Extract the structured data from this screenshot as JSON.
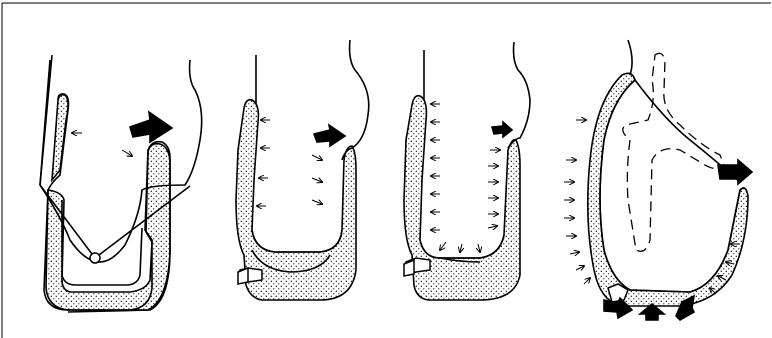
{
  "figure": {
    "panels": [
      {
        "id": "panel-1",
        "has_joint": true,
        "hinge": false
      },
      {
        "id": "panel-2",
        "has_joint": false,
        "hinge": true
      },
      {
        "id": "panel-3",
        "has_joint": false,
        "hinge": true
      },
      {
        "id": "panel-4",
        "has_joint": false,
        "hinge": true
      }
    ],
    "colors": {
      "ink": "#000000",
      "paper": "#ffffff"
    },
    "icons": [
      "heavy-arrow-icon",
      "small-arrow-icon",
      "stipple-pattern"
    ]
  }
}
